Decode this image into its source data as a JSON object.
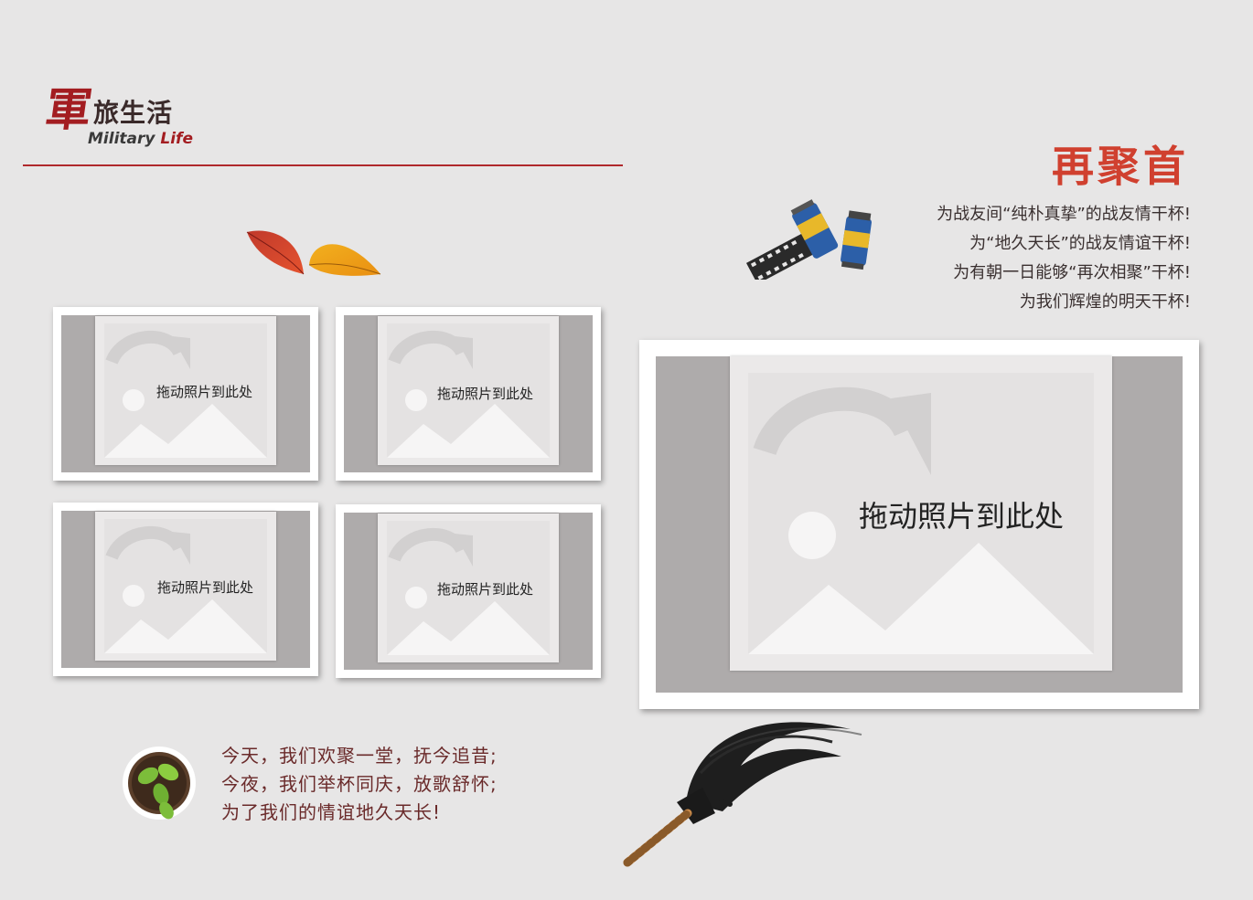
{
  "logo": {
    "cn_big": "軍",
    "cn_small": "旅生活",
    "en_main": "Military",
    "en_accent": "Life"
  },
  "colors": {
    "background": "#e7e6e6",
    "accent_red": "#b0282c",
    "title_red": "#d0402f",
    "mat_gray": "#aeabab",
    "placeholder": "#ebe9e9"
  },
  "title": "再聚首",
  "toast_lines": [
    "为战友间“纯朴真挚”的战友情干杯!",
    "为“地久天长”的战友情谊干杯!",
    "为有朝一日能够“再次相聚”干杯!",
    "为我们辉煌的明天干杯!"
  ],
  "photo_slots": [
    {
      "label": "拖动照片到此处"
    },
    {
      "label": "拖动照片到此处"
    },
    {
      "label": "拖动照片到此处"
    },
    {
      "label": "拖动照片到此处"
    },
    {
      "label": "拖动照片到此处"
    }
  ],
  "bottom_lines": [
    "今天，我们欢聚一堂，抚今追昔;",
    "今夜，我们举杯同庆，放歌舒怀;",
    "为了我们的情谊地久天长!"
  ],
  "icons": {
    "leaves": "autumn-leaves-icon",
    "film": "film-roll-icon",
    "plant": "potted-plant-icon",
    "brush": "calligraphy-brush-icon",
    "placeholder": "image-placeholder-icon"
  }
}
